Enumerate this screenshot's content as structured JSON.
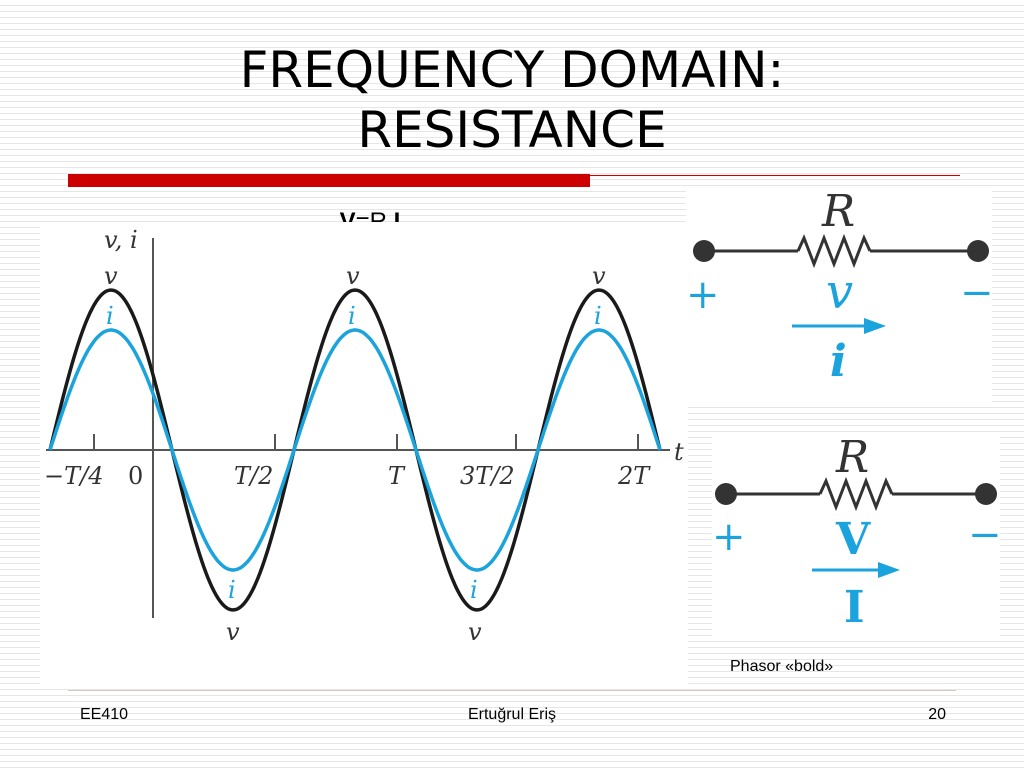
{
  "title": {
    "line1": "FREQUENCY DOMAIN:",
    "line2": "RESISTANCE"
  },
  "equation": {
    "lhs": "V",
    "op": "=R ",
    "rhs": "I"
  },
  "plot": {
    "axis_label": "v, i",
    "t_label": "t",
    "ticks": [
      "−T/4",
      "0",
      "T/2",
      "T",
      "3T/2",
      "2T"
    ],
    "curve_labels": {
      "v": "v",
      "i": "i"
    },
    "colors": {
      "v": "#1a1a1a",
      "i": "#1aa3dc"
    }
  },
  "circuit_time": {
    "resistor": "R",
    "plus": "+",
    "minus": "−",
    "voltage": "v",
    "current": "i"
  },
  "circuit_phasor": {
    "resistor": "R",
    "plus": "+",
    "minus": "−",
    "voltage": "V",
    "current": "I"
  },
  "caption": "Phasor  «bold»",
  "footer": {
    "left": "EE410",
    "center": "Ertuğrul Eriş",
    "right": "20"
  },
  "colors": {
    "accent_red": "#cc0000",
    "blue": "#1aa3dc"
  }
}
